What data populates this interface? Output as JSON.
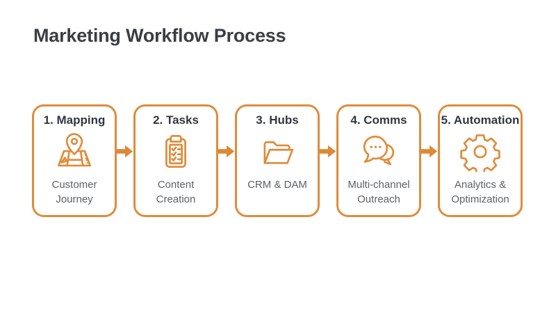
{
  "header": {
    "title": "Marketing Workflow Process"
  },
  "colors": {
    "accent": "#DF8C3B",
    "arrow": "#DC8936",
    "title_text": "#3A3E44",
    "step_text": "#33373D",
    "subtitle_text": "#5C6166",
    "page_bg": "#FFFFFF"
  },
  "workflow": {
    "steps": [
      {
        "label": "1. Mapping",
        "icon": "map-icon",
        "description": "Customer Journey"
      },
      {
        "label": "2. Tasks",
        "icon": "clipboard-checklist-icon",
        "description": "Content Creation"
      },
      {
        "label": "3. Hubs",
        "icon": "folder-icon",
        "description": "CRM & DAM"
      },
      {
        "label": "4. Comms",
        "icon": "speech-bubbles-icon",
        "description": "Multi-channel Outreach"
      },
      {
        "label": "5. Automation",
        "icon": "gear-icon",
        "description": "Analytics & Optimization"
      }
    ]
  }
}
